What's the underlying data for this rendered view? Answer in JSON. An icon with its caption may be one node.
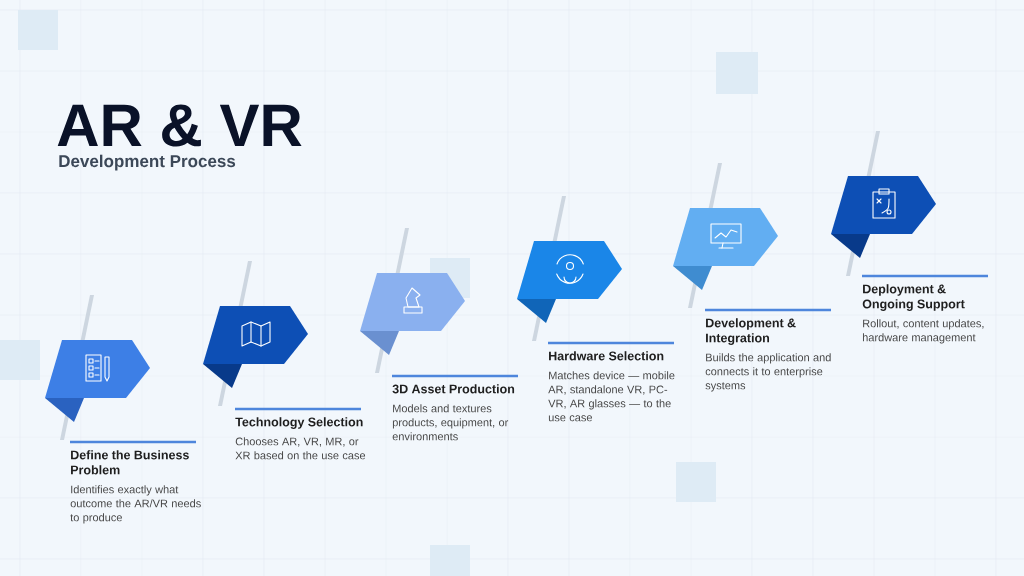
{
  "diagram": {
    "title": "AR & VR",
    "nodes": [
      {
        "text": [
          "Define the Business Problem",
          "Identifies exactly what outcome the AR/VR needs to produce"
        ]
      },
      {
        "text": [
          "Technology Selection",
          "Chooses AR, VR, MR, or XR based on the use case"
        ]
      },
      {
        "text": [
          "3D Asset Production",
          "Models and textures products, equipment, or environments"
        ]
      },
      {
        "text": [
          "Hardware Selection",
          "Matches device — mobile AR, standalone VR, PC-VR, AR glasses — to the use case"
        ]
      },
      {
        "text": [
          "Development & Integration",
          "Builds the application and connects it to enterprise systems"
        ]
      },
      {
        "text": [
          "Deployment & Ongoing Support",
          "Rollout, content updates, hardware management"
        ]
      }
    ],
    "labels": [
      "Development Process"
    ]
  }
}
